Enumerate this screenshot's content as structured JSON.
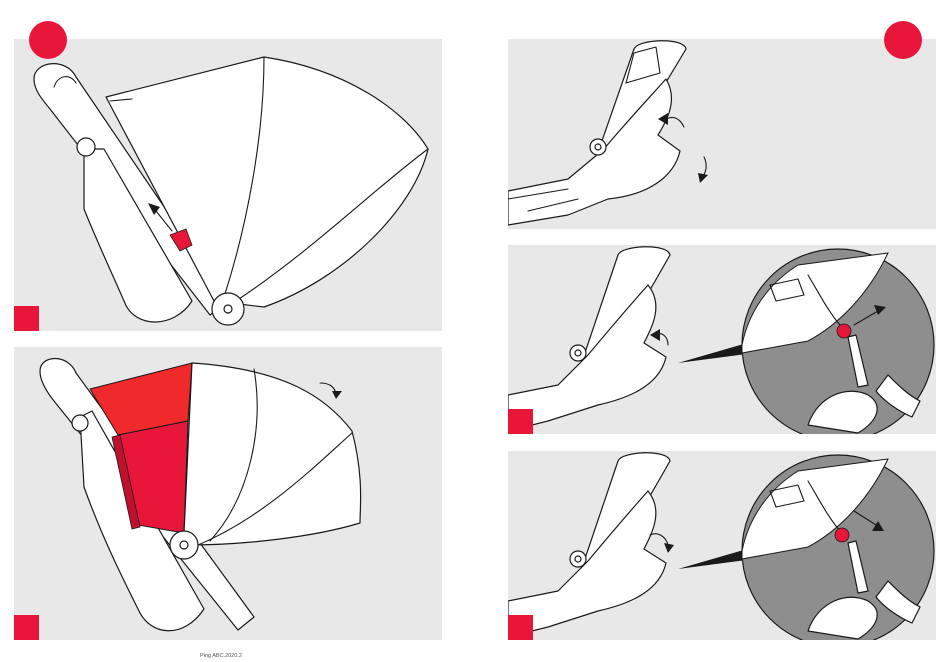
{
  "document": {
    "footer_text": "Ping ABC.2020.2"
  },
  "colors": {
    "accent": "#e8173a",
    "panel_bg": "#e8e8e8",
    "zoom_bg": "#8e8e8e",
    "outline": "#1a1a1a"
  },
  "panels": [
    {
      "id": "p1",
      "icon": "canopy-slide-arrow"
    },
    {
      "id": "p2",
      "icon": "canopy-extend-arrow"
    },
    {
      "id": "p3",
      "icon": "seat-rotate-arrows"
    },
    {
      "id": "p4",
      "icon": "release-clip-zoom"
    },
    {
      "id": "p5",
      "icon": "lock-clip-zoom"
    }
  ]
}
